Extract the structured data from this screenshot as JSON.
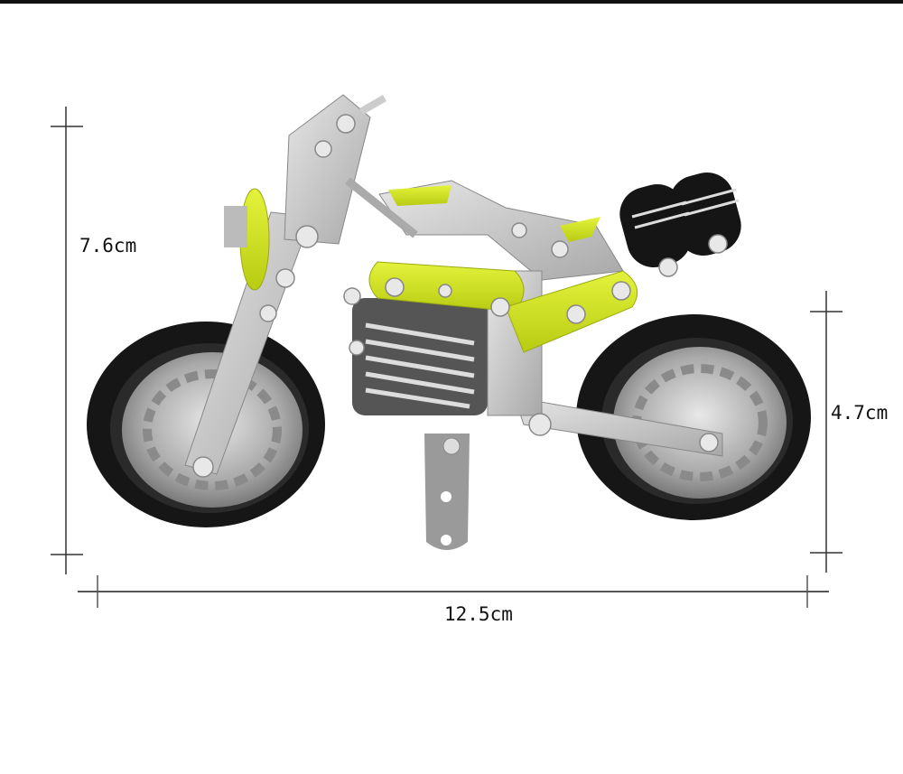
{
  "image": {
    "subject": "Metal assembly model motorcycle (silver, black, lime-yellow)",
    "dimensions": {
      "height_label": "7.6cm",
      "wheel_height_label": "4.7cm",
      "length_label": "12.5cm"
    },
    "colors": {
      "background": "#ffffff",
      "accent_lime": "#d4e82a",
      "metal_silver": "#c8c8c8",
      "tire_black": "#1a1a1a",
      "dimension_lines": "#333333"
    }
  }
}
